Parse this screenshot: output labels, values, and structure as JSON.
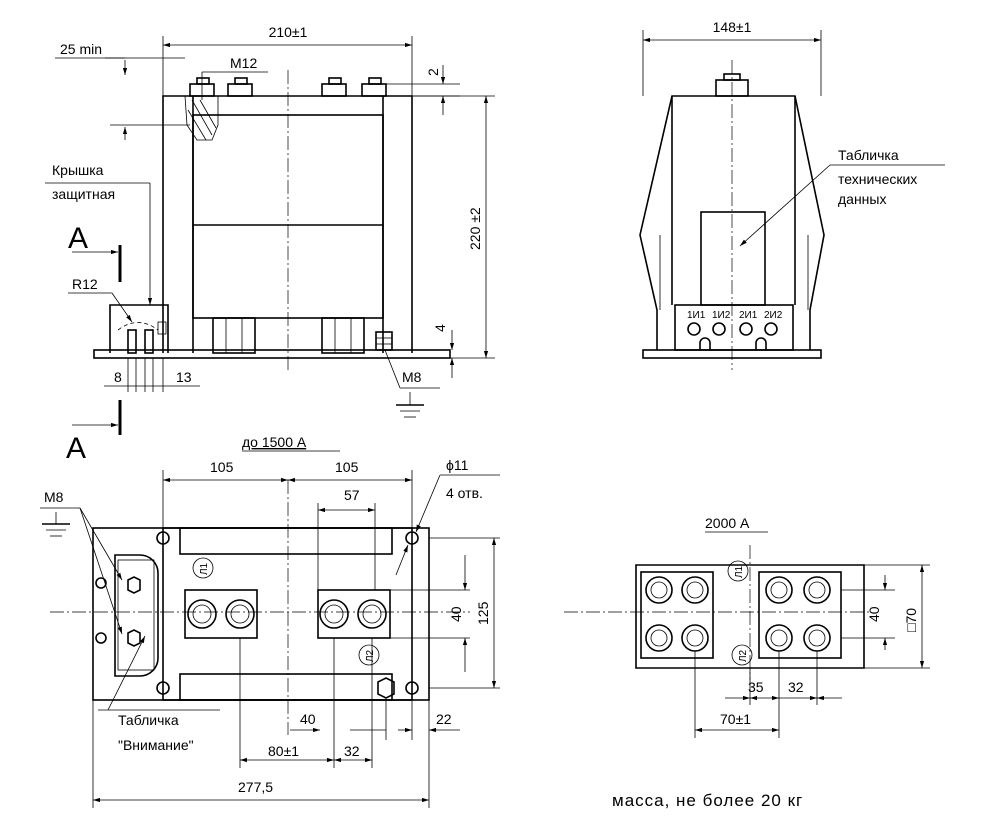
{
  "front_view": {
    "dim_width": "210±1",
    "dim_top_gap": "2",
    "dim_height": "220 ±2",
    "dim_base": "4",
    "dim_min": "25 min",
    "bolt_top": "M12",
    "label_cover_line1": "Крышка",
    "label_cover_line2": "защитная",
    "radius": "R12",
    "dim_8": "8",
    "dim_13": "13",
    "ground_bolt": "M8",
    "section_top": "A",
    "section_bottom": "A"
  },
  "side_view": {
    "dim_width": "148±1",
    "plate_line1": "Табличка",
    "plate_line2": "технических",
    "plate_line3": "данных",
    "terminals": [
      "1И1",
      "1И2",
      "2И1",
      "2И2"
    ]
  },
  "top_view": {
    "heading": "до 1500 А",
    "dim_105_left": "105",
    "dim_105_right": "105",
    "dim_57": "57",
    "hole_dia": "ϕ11",
    "hole_count": "4 отв.",
    "ground_bolt": "M8",
    "dim_40": "40",
    "dim_125": "125",
    "dim_40_bottom": "40",
    "dim_22": "22",
    "dim_80": "80±1",
    "dim_32": "32",
    "dim_total": "277,5",
    "label_attention_line1": "Табличка",
    "label_attention_line2": "\"Внимание\"",
    "marking_l1": "Л1",
    "marking_l2": "Л2"
  },
  "variant_2000": {
    "heading": "2000 А",
    "dim_40": "40",
    "dim_70": "□70",
    "dim_35": "35",
    "dim_32": "32",
    "dim_70_bottom": "70±1",
    "marking_l1": "Л1",
    "marking_l2": "Л2"
  },
  "mass": "масса, не более 20 кг"
}
